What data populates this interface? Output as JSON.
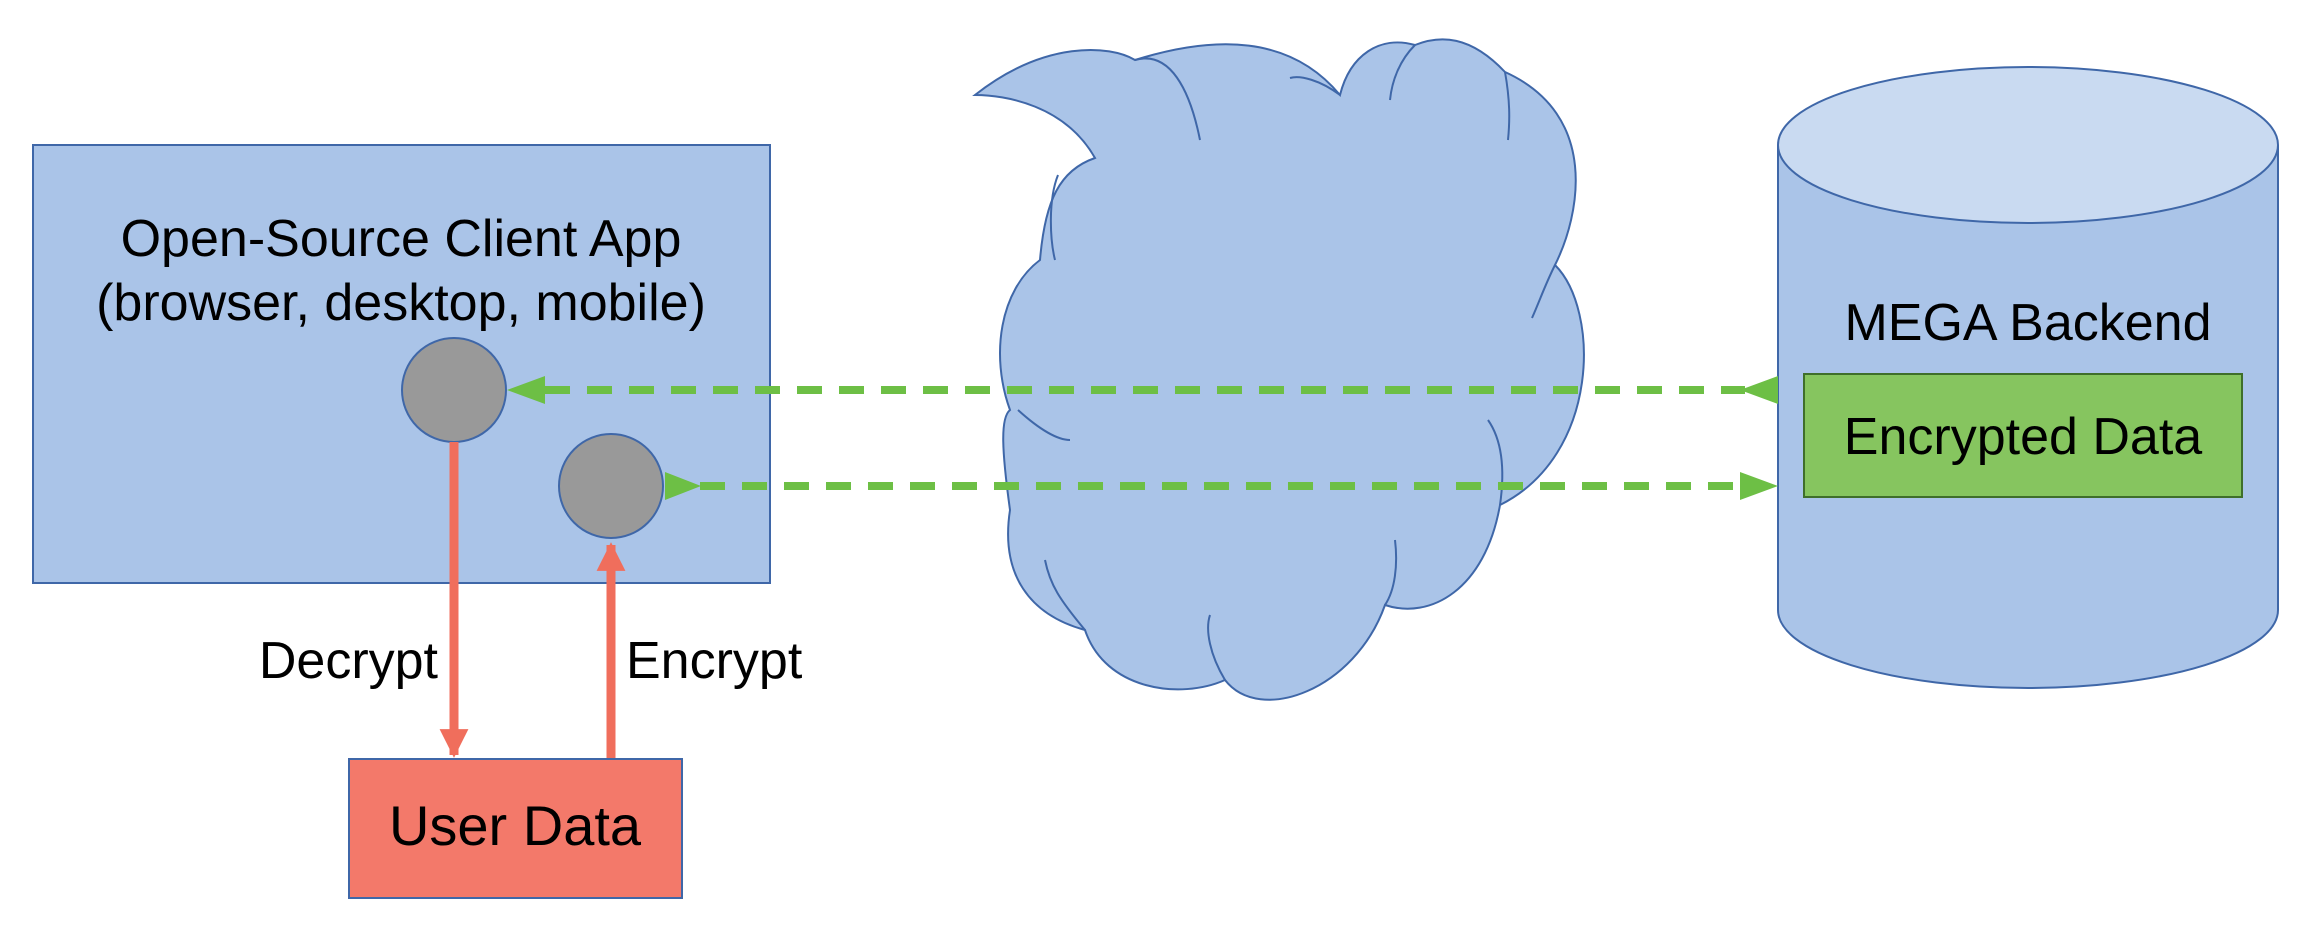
{
  "client_app": {
    "title_line1": "Open-Source Client App",
    "title_line2": "(browser, desktop, mobile)"
  },
  "user_data": {
    "label": "User Data"
  },
  "backend": {
    "title": "MEGA Backend",
    "encrypted_label": "Encrypted Data"
  },
  "arrows": {
    "decrypt_label": "Decrypt",
    "encrypt_label": "Encrypt"
  },
  "colors": {
    "box_blue": "#aac4e8",
    "box_stroke": "#3f67a8",
    "cylinder_top": "#c9daf1",
    "encrypted_green": "#86c55f",
    "encrypted_stroke": "#3f6f2a",
    "user_data_red": "#f3796a",
    "user_data_stroke": "#3f67a8",
    "arrow_red": "#f06e5c",
    "dashed_green": "#6dbf45",
    "node_gray": "#999999"
  }
}
